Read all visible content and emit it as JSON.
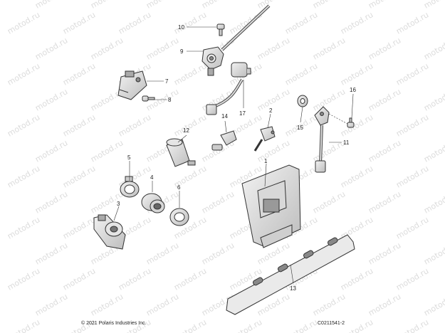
{
  "watermark": "motod.ru",
  "callouts": [
    {
      "id": "1",
      "part": "ecu"
    },
    {
      "id": "2",
      "part": "temp-sensor"
    },
    {
      "id": "3",
      "part": "throttle-sensor"
    },
    {
      "id": "4",
      "part": "grommet"
    },
    {
      "id": "5",
      "part": "clamp-ring"
    },
    {
      "id": "6",
      "part": "nut"
    },
    {
      "id": "7",
      "part": "map-sensor"
    },
    {
      "id": "8",
      "part": "screw"
    },
    {
      "id": "9",
      "part": "speed-sensor"
    },
    {
      "id": "10",
      "part": "bolt"
    },
    {
      "id": "11",
      "part": "harness"
    },
    {
      "id": "12",
      "part": "relay"
    },
    {
      "id": "13",
      "part": "bracket"
    },
    {
      "id": "14",
      "part": "sensor"
    },
    {
      "id": "15",
      "part": "washer"
    },
    {
      "id": "16",
      "part": "bolt"
    },
    {
      "id": "17",
      "part": "cable"
    }
  ],
  "footer": {
    "copyright": "© 2021 Polaris Industries Inc.",
    "drawing_id": "C0211541-2"
  }
}
